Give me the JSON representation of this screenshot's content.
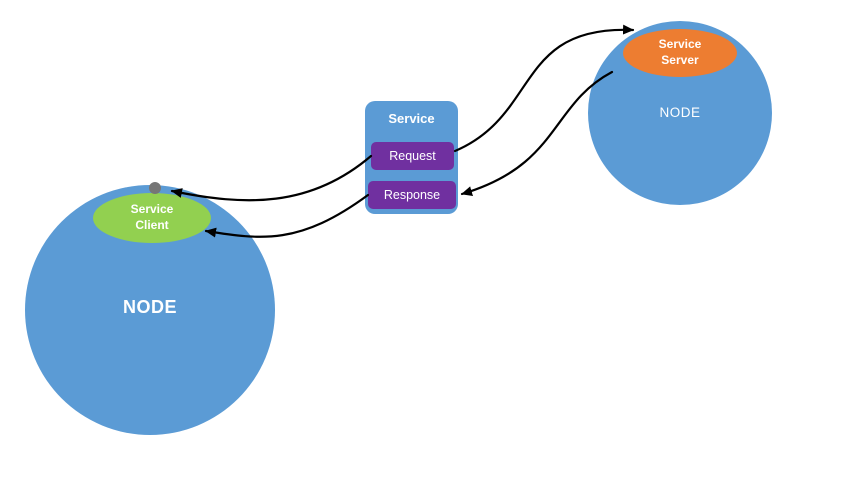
{
  "diagram": {
    "left_node": {
      "label": "NODE",
      "service_client_label": "Service\nClient"
    },
    "right_node": {
      "label": "NODE",
      "service_server_label": "Service\nServer"
    },
    "service_box": {
      "title": "Service",
      "request_label": "Request",
      "response_label": "Response"
    },
    "edges": [
      {
        "from": "request-box",
        "to": "connection-dot"
      },
      {
        "from": "response-box",
        "to": "service-client"
      },
      {
        "from": "request-box",
        "to": "service-server"
      },
      {
        "from": "service-server",
        "to": "response-box"
      }
    ]
  },
  "colors": {
    "background": "#FFFFFF",
    "node_blue": "#5B9BD5",
    "client_green": "#92D050",
    "server_orange": "#ED7D31",
    "request_purple": "#7030A0",
    "dot_gray": "#767676",
    "arrow_black": "#000000",
    "label_white": "#FFFFFF"
  }
}
